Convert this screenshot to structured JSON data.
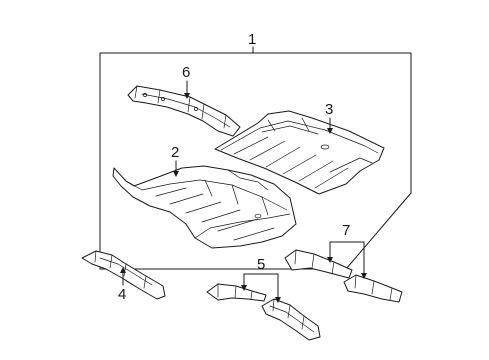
{
  "diagram": {
    "callouts": {
      "c1": "1",
      "c2": "2",
      "c3": "3",
      "c4": "4",
      "c5": "5",
      "c6": "6",
      "c7": "7"
    },
    "colors": {
      "line": "#1a1a1a",
      "background": "#ffffff"
    }
  }
}
